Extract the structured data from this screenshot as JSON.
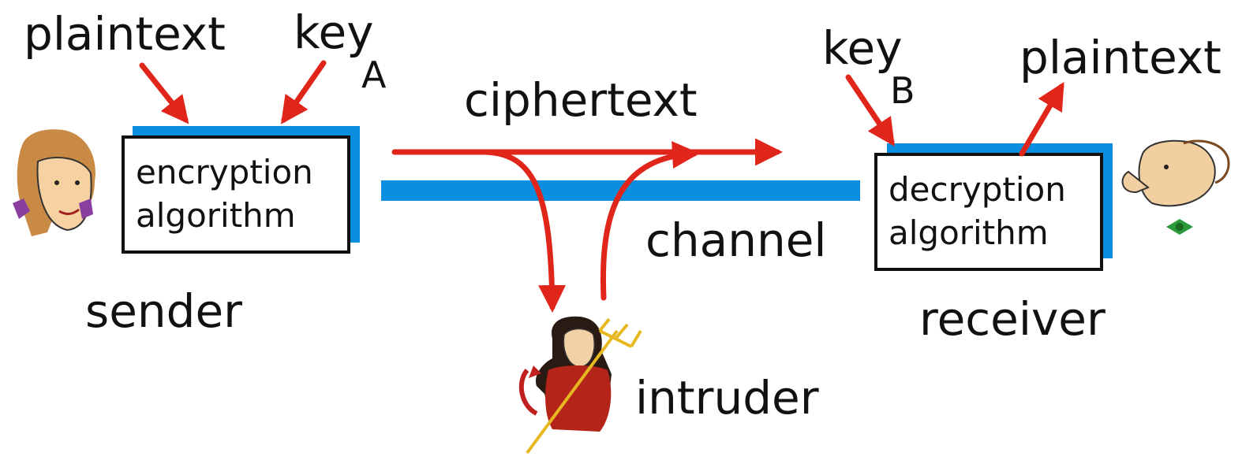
{
  "labels": {
    "plaintext_in": "plaintext",
    "key_a": "key",
    "key_a_sub": "A",
    "ciphertext": "ciphertext",
    "key_b": "key",
    "key_b_sub": "B",
    "plaintext_out": "plaintext",
    "channel": "channel",
    "sender": "sender",
    "receiver": "receiver",
    "intruder": "intruder"
  },
  "encryption_box": {
    "line1": "encryption",
    "line2": "algorithm"
  },
  "decryption_box": {
    "line1": "decryption",
    "line2": "algorithm"
  },
  "colors": {
    "arrow": "#e0261b",
    "channel": "#0a8fe0",
    "box_border": "#111111"
  },
  "icons": [
    "sender-person-icon",
    "receiver-person-icon",
    "intruder-devil-icon",
    "trident-icon"
  ]
}
